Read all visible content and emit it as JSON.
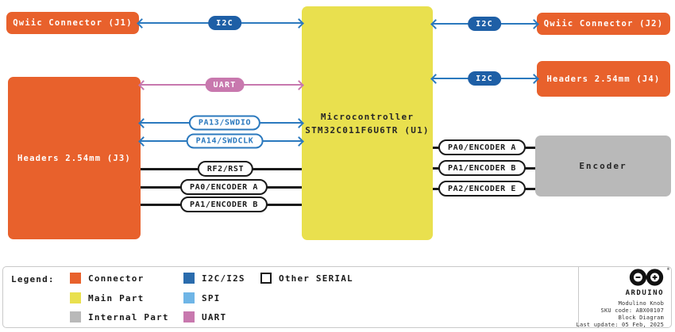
{
  "diagram": {
    "boxes": {
      "j1": {
        "label": "Qwiic Connector (J1)"
      },
      "j2": {
        "label": "Qwiic Connector (J2)"
      },
      "j3": {
        "label": "Headers 2.54mm (J3)"
      },
      "j4": {
        "label": "Headers 2.54mm (J4)"
      },
      "mcu": {
        "line1": "Microcontroller",
        "line2": "STM32C011F6U6TR (U1)"
      },
      "encoder": {
        "label": "Encoder"
      }
    },
    "buses": {
      "i2c_j1": "I2C",
      "i2c_j2": "I2C",
      "i2c_j4": "I2C",
      "uart_j3": "UART",
      "swdio": "PA13/SWDIO",
      "swdclk": "PA14/SWDCLK",
      "rst": "RF2/RST",
      "enc_a_left": "PA0/ENCODER A",
      "enc_b_left": "PA1/ENCODER B",
      "enc_a_right": "PA0/ENCODER A",
      "enc_b_right": "PA1/ENCODER B",
      "enc_e_right": "PA2/ENCODER E"
    }
  },
  "legend": {
    "title": "Legend:",
    "items": [
      {
        "label": "Connector",
        "color": "#E8612C"
      },
      {
        "label": "Main Part",
        "color": "#E9E04E"
      },
      {
        "label": "Internal Part",
        "color": "#B9B9B9"
      },
      {
        "label": "I2C/I2S",
        "color": "#2A6CAD"
      },
      {
        "label": "SPI",
        "color": "#6FB5E6"
      },
      {
        "label": "UART",
        "color": "#C878AE"
      },
      {
        "label": "Other SERIAL",
        "color": "#FFFFFF"
      }
    ]
  },
  "footer": {
    "brand": "ARDUINO",
    "trademark": "®",
    "product": "Modulino Knob",
    "sku": "SKU code: ABX00107",
    "doc_type": "Block Diagram",
    "last_update": "Last update: 05 Feb, 2025"
  },
  "colors": {
    "connector_orange": "#E8612C",
    "main_part_yellow": "#E9E04E",
    "internal_gray": "#B9B9B9",
    "i2c_pill_blue": "#1E5FA6",
    "signal_blue": "#2B79BE",
    "spi_blue": "#6FB5E6",
    "uart_pink": "#C878AE",
    "wire_black": "#1A1A1A"
  }
}
